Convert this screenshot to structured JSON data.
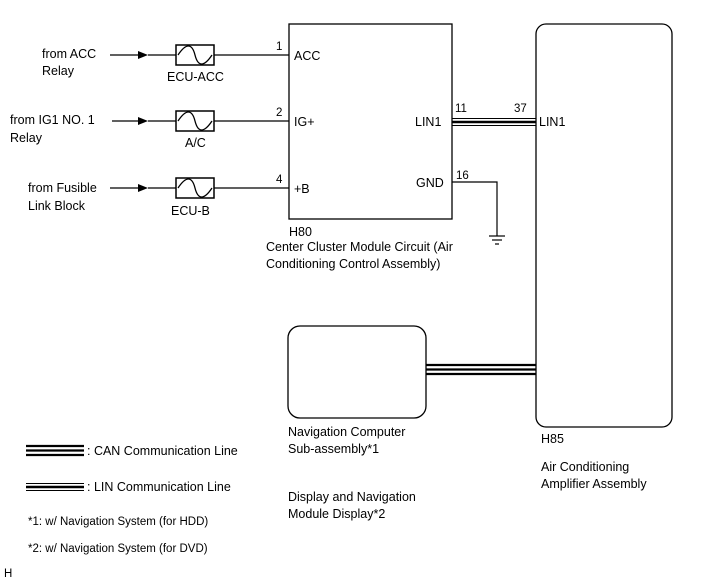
{
  "inputs": [
    {
      "source_line1": "from ACC",
      "source_line2": "Relay",
      "fuse": "ECU-ACC",
      "pin": "1",
      "terminal": "ACC"
    },
    {
      "source_line1": "from IG1 NO. 1",
      "source_line2": "Relay",
      "fuse": "A/C",
      "pin": "2",
      "terminal": "IG+"
    },
    {
      "source_line1": "from Fusible",
      "source_line2": "Link Block",
      "fuse": "ECU-B",
      "pin": "4",
      "terminal": "+B"
    }
  ],
  "center_module": {
    "id": "H80",
    "name_line1": "Center Cluster Module Circuit (Air",
    "name_line2": "Conditioning Control Assembly)",
    "lin_terminal": "LIN1",
    "lin_pin": "11",
    "gnd_terminal": "GND",
    "gnd_pin": "16"
  },
  "amplifier": {
    "id": "H85",
    "name_line1": "Air Conditioning",
    "name_line2": "Amplifier Assembly",
    "lin_terminal": "LIN1",
    "lin_pin": "37"
  },
  "navigation": {
    "name_line1": "Navigation Computer",
    "name_line2": "Sub-assembly*1",
    "alt_line1": "Display and Navigation",
    "alt_line2": "Module Display*2"
  },
  "legend": {
    "can_label": ": CAN Communication Line",
    "lin_label": ": LIN Communication Line",
    "note1": "*1: w/ Navigation System (for HDD)",
    "note2": "*2: w/ Navigation System (for DVD)"
  },
  "page_marker": "H"
}
